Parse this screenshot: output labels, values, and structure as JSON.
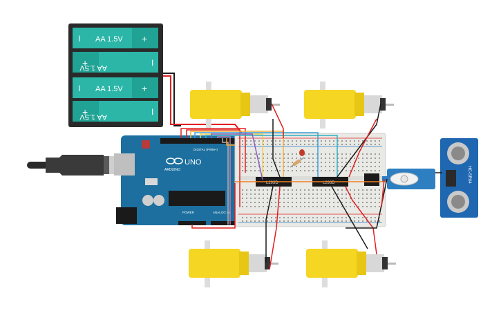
{
  "battery_pack": {
    "cells": [
      {
        "label": "AA 1.5V",
        "orientation": "normal"
      },
      {
        "label": "AA 1.5V",
        "orientation": "flipped"
      },
      {
        "label": "AA 1.5V",
        "orientation": "normal"
      },
      {
        "label": "AA 1.5V",
        "orientation": "flipped"
      }
    ],
    "plus": "+",
    "minus": "I"
  },
  "arduino": {
    "brand": "UNO",
    "logo_text": "ARDUINO",
    "digital_label": "DIGITAL (PWM~)",
    "power_label": "POWER",
    "analog_label": "ANALOG IN"
  },
  "drivers": [
    {
      "label": "L293D"
    },
    {
      "label": "L293D"
    }
  ],
  "ultrasonic": {
    "label": "HC-SR04"
  },
  "colors": {
    "battery_body": "#2a2a2a",
    "battery_cell": "#2bb6a8",
    "arduino_board": "#1c6f9e",
    "breadboard": "#e9e9e6",
    "motor_yellow": "#f5d622",
    "wire_red": "#e01f1f",
    "wire_black": "#1a1a1a",
    "servo_blue": "#2d7fc1",
    "sensor_blue": "#1f67b0"
  }
}
